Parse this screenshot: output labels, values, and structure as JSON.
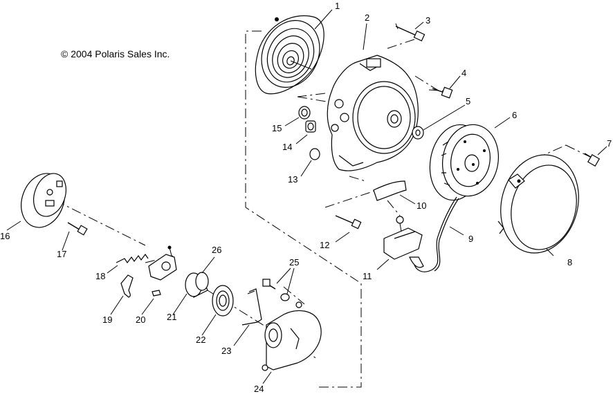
{
  "copyright": "© 2004 Polaris Sales Inc.",
  "part_numbers": [
    "1",
    "2",
    "3",
    "4",
    "5",
    "6",
    "7",
    "8",
    "9",
    "10",
    "11",
    "12",
    "13",
    "14",
    "15",
    "16",
    "17",
    "18",
    "19",
    "20",
    "21",
    "22",
    "23",
    "24",
    "25",
    "26"
  ]
}
